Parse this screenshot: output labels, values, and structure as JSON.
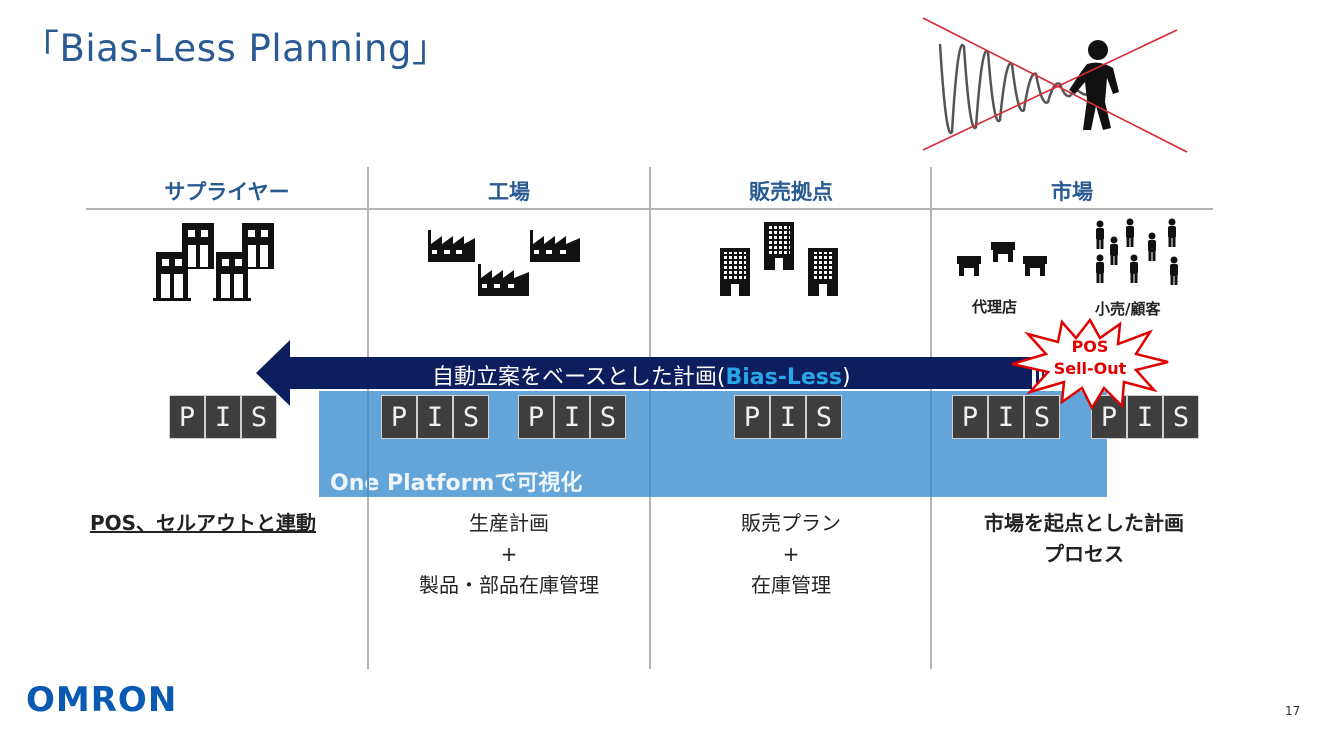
{
  "slide": {
    "title": "「Bias-Less Planning」",
    "page_number": "17",
    "logo": "OMRON"
  },
  "hero_graphic": {
    "icon": "wave-person-crossed-out-icon",
    "cross_color": "#d92a3a"
  },
  "columns": [
    {
      "header": "サプライヤー",
      "icon": "supplier-buildings-icon",
      "description": [
        "POS、セルアウトと連動"
      ],
      "description_style": "bold-underline"
    },
    {
      "header": "工場",
      "icon": "factory-icon",
      "description": [
        "生産計画",
        "+",
        "製品・部品在庫管理"
      ],
      "description_style": "normal"
    },
    {
      "header": "販売拠点",
      "icon": "office-building-icon",
      "description": [
        "販売プラン",
        "+",
        "在庫管理"
      ],
      "description_style": "normal"
    },
    {
      "header": "市場",
      "icon": "market-icon",
      "sub_labels": [
        "代理店",
        "小売/顧客"
      ],
      "description": [
        "市場を起点とした計画",
        "プロセス"
      ],
      "description_style": "bold"
    }
  ],
  "arrow": {
    "text_main": "自動立案をベースとした計画(",
    "text_highlight": "Bias-Less",
    "text_end": ")",
    "color": "#0d1e5e",
    "highlight_color": "#2aa6e8"
  },
  "platform": {
    "label": "One Platformで可視化",
    "color": "#63a5d8"
  },
  "pis_blocks": [
    [
      "P",
      "I",
      "S"
    ],
    [
      "P",
      "I",
      "S"
    ],
    [
      "P",
      "I",
      "S"
    ],
    [
      "P",
      "I",
      "S"
    ],
    [
      "P",
      "I",
      "S"
    ],
    [
      "P",
      "I",
      "S"
    ]
  ],
  "starburst": {
    "lines": [
      "POS",
      "Sell-Out"
    ],
    "color": "#e00000"
  }
}
